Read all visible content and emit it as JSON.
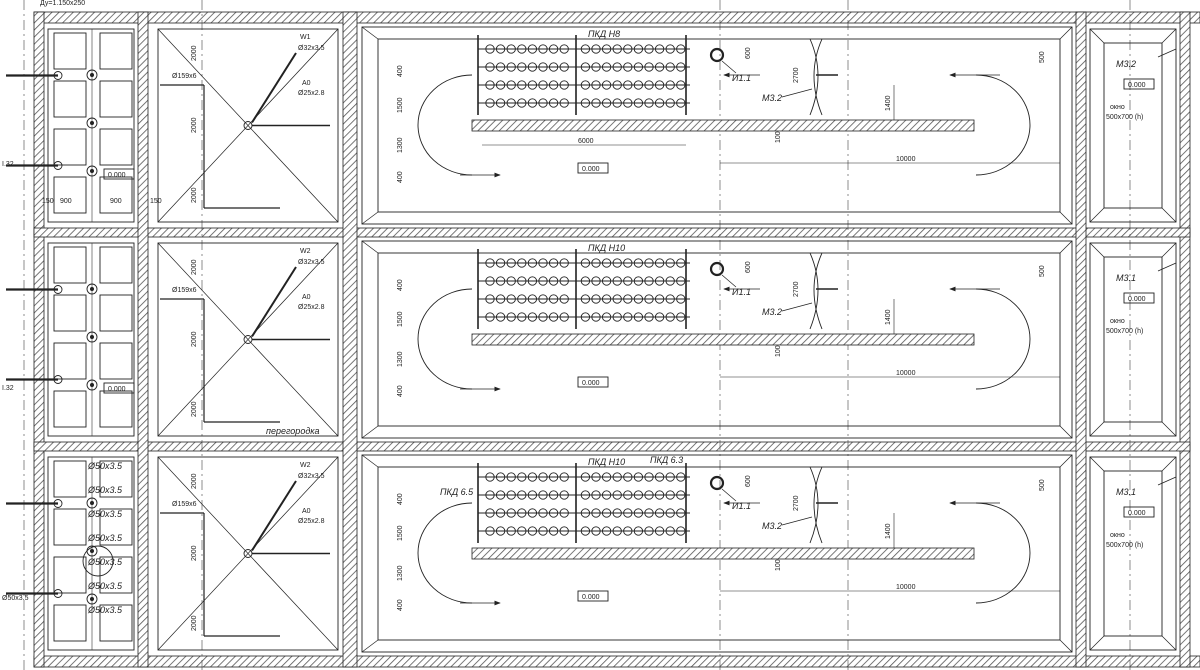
{
  "drawing": {
    "top_pipe_label": "Ду=1.150x250",
    "rows": [
      {
        "inlet_label": "Ø159х6",
        "pipe_w1": "W1",
        "pipe_w1_size": "Ø32х3.5",
        "pipe_a0": "A0",
        "pipe_a0_size": "Ø25х2.8",
        "header_label": "ПКД Н8",
        "side_header_label": "",
        "header_level": "",
        "mark_i": "И1.1",
        "mark_m": "М3.2",
        "window_mark": "М3.2",
        "window_level": "0.000",
        "window_label": "окно",
        "window_size": "500х700 (h)",
        "level_basin": "0.000",
        "level_screen": "0.000",
        "partition_note": "",
        "dim_6000": "6000",
        "dim_10000": "10000",
        "dim_1400": "1400",
        "dim_2700": "2700",
        "dim_1500": "1500",
        "dim_400": "400",
        "dim_2000": "2000",
        "dim_500": "500",
        "dim_1300": "1300",
        "dim_900": "900",
        "dim_150": "150",
        "dim_600": "600",
        "dim_100": "100"
      },
      {
        "inlet_label": "Ø159х6",
        "pipe_w1": "W2",
        "pipe_w1_size": "Ø32х3.5",
        "pipe_a0": "A0",
        "pipe_a0_size": "Ø25х2.8",
        "header_label": "ПКД Н10",
        "side_header_label": "",
        "header_level": "",
        "mark_i": "И1.1",
        "mark_m": "М3.2",
        "window_mark": "М3.1",
        "window_level": "0.000",
        "window_label": "окно",
        "window_size": "500х700 (h)",
        "level_basin": "0.000",
        "level_screen": "0.000",
        "partition_note": "перегородка",
        "dim_6000": "",
        "dim_10000": "10000",
        "dim_1400": "1400",
        "dim_2700": "2700",
        "dim_1500": "1500",
        "dim_400": "400",
        "dim_2000": "2000",
        "dim_500": "500",
        "dim_1300": "1300",
        "dim_900": "",
        "dim_150": "",
        "dim_600": "600",
        "dim_100": "100"
      },
      {
        "inlet_label": "Ø159х6",
        "pipe_w1": "W2",
        "pipe_w1_size": "Ø32х3.5",
        "pipe_a0": "A0",
        "pipe_a0_size": "Ø25х2.8",
        "header_label": "ПКД Н10",
        "side_header_label": "ПКД 6.5",
        "header_level": "ПКД 6.3",
        "mark_i": "И1.1",
        "mark_m": "М3.2",
        "window_mark": "М3.1",
        "window_level": "0.000",
        "window_label": "окно",
        "window_size": "500х700 (h)",
        "level_basin": "0.000",
        "level_screen": "",
        "partition_note": "",
        "dim_6000": "",
        "dim_10000": "10000",
        "dim_1400": "1400",
        "dim_2700": "2700",
        "dim_1500": "1500",
        "dim_400": "400",
        "dim_2000": "2000",
        "dim_500": "500",
        "dim_1300": "1300",
        "dim_900": "",
        "dim_150": "",
        "dim_600": "600",
        "dim_100": "100"
      }
    ],
    "left_edge_labels": [
      "I.32",
      "I.32",
      "Ø50х3.5"
    ],
    "screen_row3_labels": [
      "Ø50х3.5",
      "Ø50х3.5",
      "Ø50х3.5",
      "Ø50х3.5",
      "Ø50х3.5",
      "Ø50х3.5",
      "Ø50х3.5"
    ],
    "colors": {
      "line": "#222222",
      "wall_hatch": "#555555",
      "background": "#ffffff"
    }
  }
}
